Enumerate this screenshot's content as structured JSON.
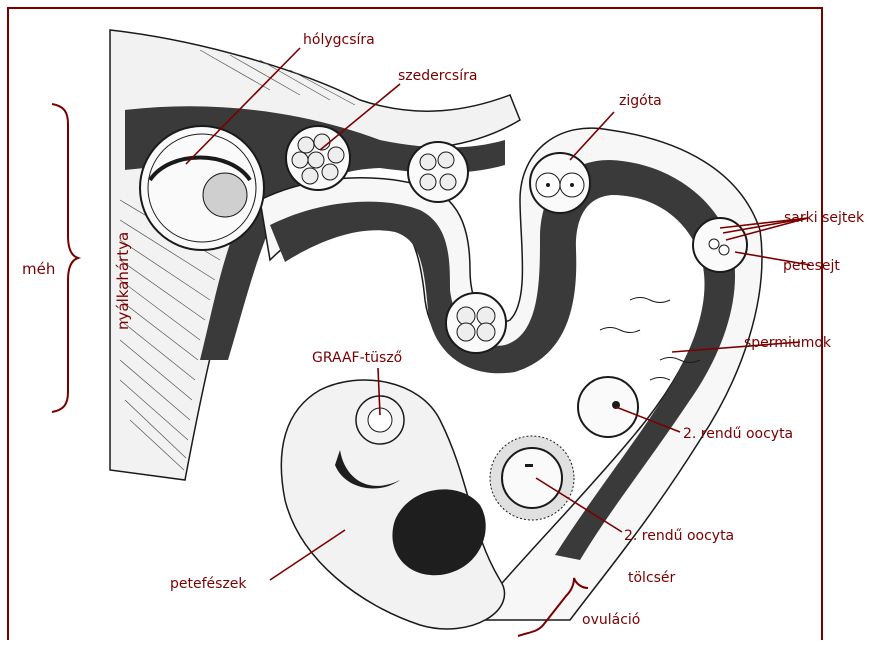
{
  "labels": {
    "holygcsira": "hólygcsíra",
    "szedercsira": "szedercsíra",
    "zigota": "zigóta",
    "sarki_sejtek": "sarki sejtek",
    "petesejt": "petesejt",
    "spermiumok": "spermiumok",
    "oocyta_1": "2. rendű oocyta",
    "oocyta_2": "2. rendű oocyta",
    "graaf": "GRAAF-tüsző",
    "petefeszek": "petefészek",
    "tolcser": "tölcsér",
    "ovulacio": "ovuláció",
    "meh": "méh",
    "nyalkahartya": "nyálkahártya"
  },
  "colors": {
    "label": "#7a0000",
    "ink": "#1a1a1a"
  }
}
